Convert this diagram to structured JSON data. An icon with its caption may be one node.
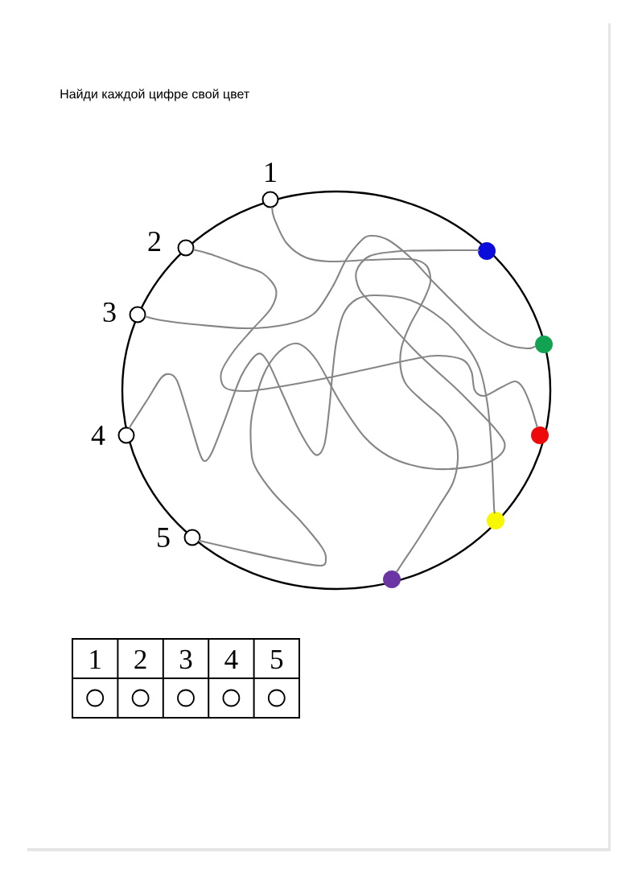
{
  "diagram": {
    "title": "Найди каждой цифре свой цвет",
    "nodes": [
      {
        "text": [],
        "shape": "circle",
        "beside": [
          "1"
        ]
      },
      {
        "text": [],
        "shape": "circle",
        "beside": [
          "2"
        ]
      },
      {
        "text": [],
        "shape": "circle",
        "beside": [
          "3"
        ]
      },
      {
        "text": [],
        "shape": "circle",
        "beside": [
          "4"
        ]
      },
      {
        "text": [],
        "shape": "circle",
        "beside": [
          "5"
        ]
      },
      {
        "text": [],
        "shape": "circle"
      },
      {
        "text": [],
        "shape": "circle"
      },
      {
        "text": [],
        "shape": "circle"
      },
      {
        "text": [],
        "shape": "circle"
      },
      {
        "text": [],
        "shape": "circle"
      }
    ],
    "edges": [
      {
        "from": 0,
        "to": 9,
        "arrow": "none"
      },
      {
        "from": 1,
        "to": 7,
        "arrow": "none"
      },
      {
        "from": 2,
        "to": 6,
        "arrow": "none"
      },
      {
        "from": 3,
        "to": 8,
        "arrow": "none"
      },
      {
        "from": 4,
        "to": 5,
        "arrow": "none"
      }
    ],
    "labels": [
      "1",
      "2",
      "3",
      "4",
      "5"
    ]
  }
}
